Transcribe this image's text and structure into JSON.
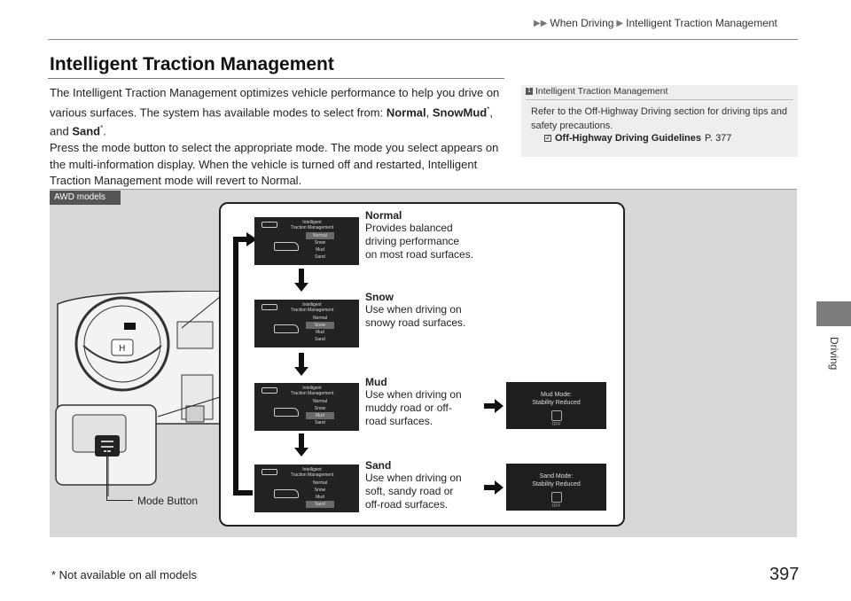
{
  "header": {
    "crumb_1": "When Driving",
    "crumb_2": "Intelligent Traction Management"
  },
  "side_tab": {
    "label": "Driving"
  },
  "section": {
    "title": "Intelligent Traction Management",
    "p1_a": "The Intelligent Traction Management optimizes vehicle performance to help you drive on various surfaces. The system has available modes to select from: ",
    "mode_normal": "Normal",
    "sep_1": ", ",
    "mode_snow": "Snow",
    "sep_2": ", ",
    "mode_mud": "Mud",
    "star_1": "*",
    "sep_3": ", and ",
    "mode_sand": "Sand",
    "star_2": "*",
    "end": ".",
    "p2": "Press the mode button to select the appropriate mode. The mode you select appears on the multi-information display. When the vehicle is turned off and restarted, Intelligent Traction Management mode will revert to Normal."
  },
  "note": {
    "heading": "Intelligent Traction Management",
    "text": "Refer to the Off-Highway Driving section for driving tips and safety precautions.",
    "link_label": "Off-Highway Driving Guidelines",
    "link_page": "P. 377",
    "marker": "1",
    "link_marker": "2"
  },
  "illustration": {
    "badge": "AWD models",
    "mode_button_label": "Mode Button",
    "screen_header_1": "Intelligent",
    "screen_header_2": "Traction Management",
    "screen_options": [
      "Normal",
      "Snow",
      "Mud",
      "Sand"
    ],
    "modes": [
      {
        "name": "Normal",
        "desc": "Provides balanced\ndriving performance\non most road surfaces.",
        "selected_index": 0
      },
      {
        "name": "Snow",
        "desc": "Use when driving on\nsnowy road surfaces.",
        "selected_index": 1
      },
      {
        "name": "Mud",
        "desc": "Use when driving on\nmuddy road or off-\nroad surfaces.",
        "selected_index": 2
      },
      {
        "name": "Sand",
        "desc": "Use when driving on\nsoft, sandy road or\noff-road surfaces.",
        "selected_index": 3
      }
    ],
    "mud_alert_1": "Mud Mode:",
    "mud_alert_2": "Stability Reduced",
    "sand_alert_1": "Sand Mode:",
    "sand_alert_2": "Stability Reduced",
    "alert_off": "OFF"
  },
  "footer": {
    "footnote": "* Not available on all models",
    "page_number": "397"
  }
}
